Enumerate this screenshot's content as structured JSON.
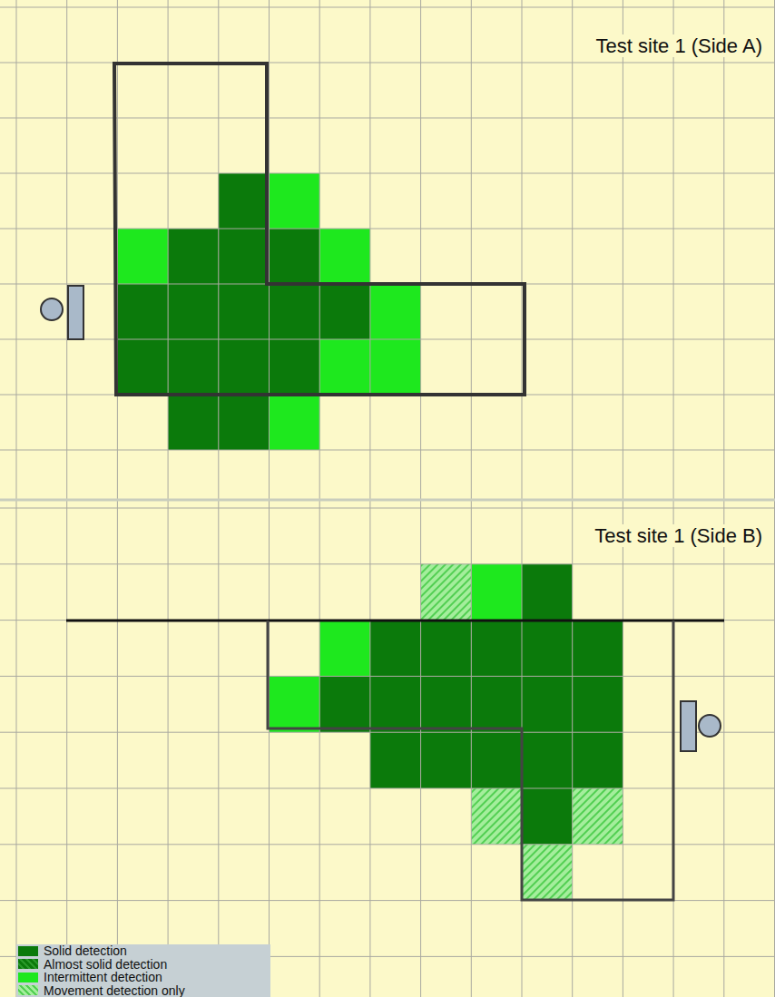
{
  "diagram": {
    "labels": [
      "Test site 1 (Side A)",
      "Test site 1 (Side B)"
    ],
    "legend": [
      {
        "text": "Solid detection",
        "color": "#0b7a0b"
      },
      {
        "text": "Almost solid detection"
      },
      {
        "text": "Intermittent detection",
        "color": "#1ee81e"
      },
      {
        "text": "Movement detection only"
      }
    ]
  }
}
